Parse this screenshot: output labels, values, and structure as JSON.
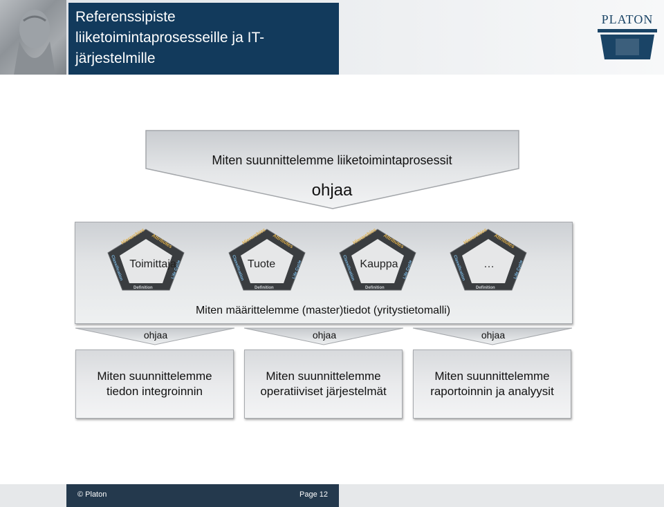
{
  "header": {
    "title": "Referenssipiste liiketoimintaprosesseille ja IT-järjestelmille",
    "logo_text": "PLATON"
  },
  "top_banner": {
    "text": "Miten suunnittelemme liiketoimintaprosessit",
    "verb": "ohjaa"
  },
  "master_data_panel": {
    "pentagon_labels": {
      "top_left": "Hierarchies",
      "top_right": "Attributes",
      "left": "Classification",
      "right": "Life Cycle",
      "bottom": "Definition"
    },
    "domains": [
      "Toimittaja",
      "Tuote",
      "Kauppa",
      "…"
    ],
    "text": "Miten määrittelemme (master)tiedot (yritystietomalli)"
  },
  "small_arrows": [
    "ohjaa",
    "ohjaa",
    "ohjaa"
  ],
  "boxes": [
    {
      "line1": "Miten suunnittelemme",
      "line2": "tiedon integroinnin"
    },
    {
      "line1": "Miten suunnittelemme",
      "line2": "operatiiviset järjestelmät"
    },
    {
      "line1": "Miten suunnittelemme",
      "line2": "raportoinnin ja analyysit"
    }
  ],
  "footer": {
    "copyright": "© Platon",
    "page": "Page 12"
  },
  "colors": {
    "title_bg": "#123a5c",
    "footer_bg": "#24394d",
    "logo": "#1a4466"
  }
}
